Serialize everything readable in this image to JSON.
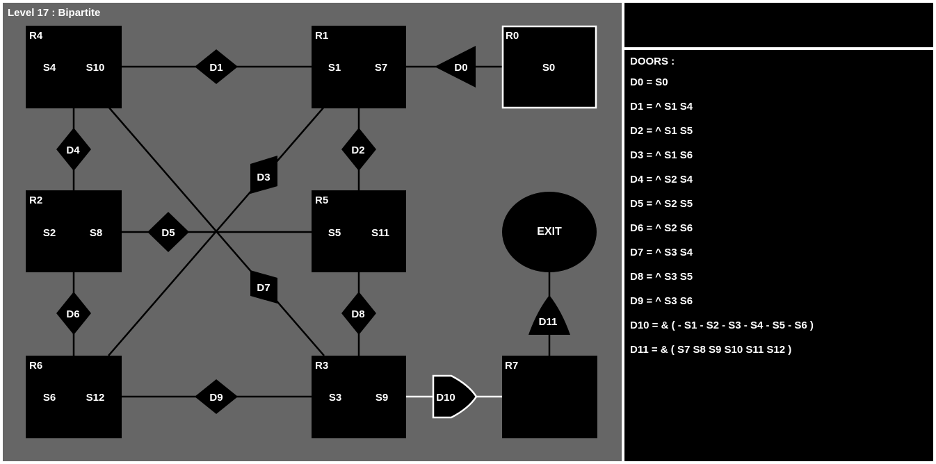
{
  "level_title": "Level 17 : Bipartite",
  "rooms": {
    "R0": {
      "label": "R0",
      "switches": [
        "S0"
      ]
    },
    "R1": {
      "label": "R1",
      "switches": [
        "S1",
        "S7"
      ]
    },
    "R2": {
      "label": "R2",
      "switches": [
        "S2",
        "S8"
      ]
    },
    "R3": {
      "label": "R3",
      "switches": [
        "S3",
        "S9"
      ]
    },
    "R4": {
      "label": "R4",
      "switches": [
        "S4",
        "S10"
      ]
    },
    "R5": {
      "label": "R5",
      "switches": [
        "S5",
        "S11"
      ]
    },
    "R6": {
      "label": "R6",
      "switches": [
        "S6",
        "S12"
      ]
    },
    "R7": {
      "label": "R7",
      "switches": []
    }
  },
  "exit_label": "EXIT",
  "doors": {
    "D0": "D0",
    "D1": "D1",
    "D2": "D2",
    "D3": "D3",
    "D4": "D4",
    "D5": "D5",
    "D6": "D6",
    "D7": "D7",
    "D8": "D8",
    "D9": "D9",
    "D10": "D10",
    "D11": "D11"
  },
  "panel": {
    "title": "DOORS :",
    "lines": [
      "D0 = S0",
      "D1 = ^ S1 S4",
      "D2 = ^ S1 S5",
      "D3 = ^ S1 S6",
      "D4 = ^ S2 S4",
      "D5 = ^ S2 S5",
      "D6 = ^ S2 S6",
      "D7 = ^ S3 S4",
      "D8 = ^ S3 S5",
      "D9 = ^ S3 S6",
      "D10 = & ( - S1 - S2 - S3 - S4 - S5 - S6 )",
      "D11 = & ( S7 S8 S9 S10 S11 S12 )"
    ]
  },
  "colors": {
    "board_bg": "#666666",
    "room_fill": "#000000",
    "highlight": "#ffffff",
    "text": "#ffffff"
  }
}
